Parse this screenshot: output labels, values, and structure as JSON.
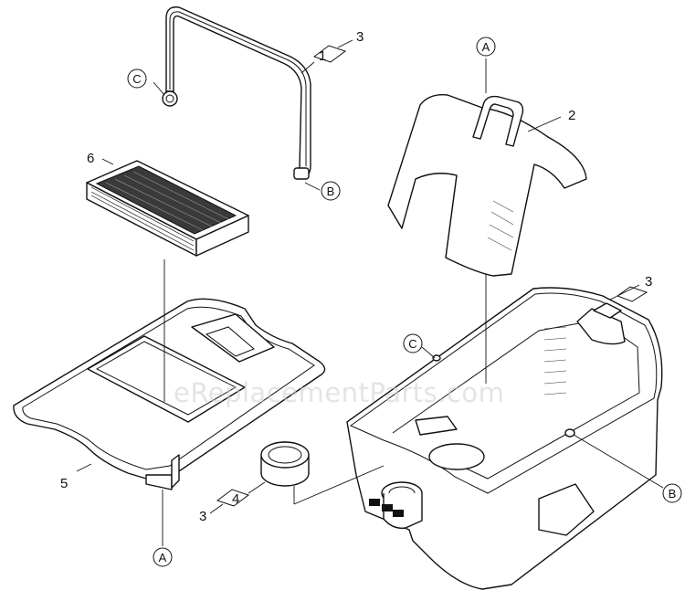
{
  "watermark": "eReplacementParts.com",
  "callouts": {
    "c1": "1",
    "c2": "2",
    "c3a": "3",
    "c3b": "3",
    "c3c": "3",
    "c4": "4",
    "c5": "5",
    "c6": "6"
  },
  "refs": {
    "a_top": "A",
    "a_bottom": "A",
    "b_handle": "B",
    "b_tank": "B",
    "c_handle": "C",
    "c_tank": "C"
  },
  "parts": {
    "handle": "handle",
    "filter": "filter",
    "float_deflector": "deflector",
    "lid": "lid",
    "ring": "ring",
    "tank": "tank"
  }
}
